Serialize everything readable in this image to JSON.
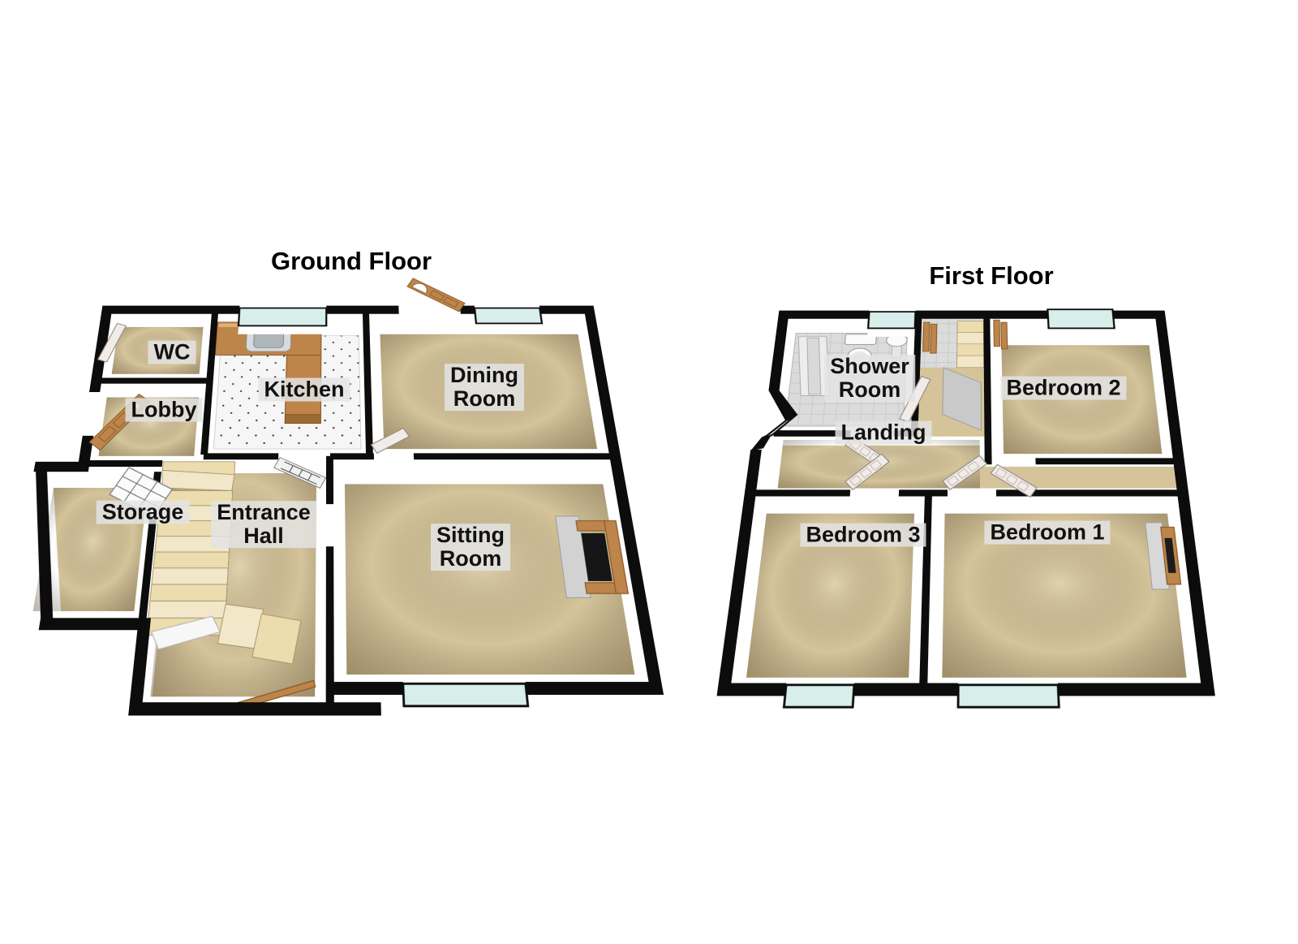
{
  "page": {
    "background": "#ffffff"
  },
  "ground_floor": {
    "title": "Ground Floor",
    "rooms": {
      "wc": {
        "label": "WC"
      },
      "lobby": {
        "label": "Lobby"
      },
      "kitchen": {
        "label": "Kitchen"
      },
      "dining_room": {
        "label": "Dining\nRoom"
      },
      "storage": {
        "label": "Storage"
      },
      "entrance_hall": {
        "label": "Entrance\nHall"
      },
      "sitting_room": {
        "label": "Sitting\nRoom"
      }
    }
  },
  "first_floor": {
    "title": "First Floor",
    "rooms": {
      "shower_room": {
        "label": "Shower\nRoom"
      },
      "landing": {
        "label": "Landing"
      },
      "bedroom_2": {
        "label": "Bedroom 2"
      },
      "bedroom_3": {
        "label": "Bedroom 3"
      },
      "bedroom_1": {
        "label": "Bedroom 1"
      }
    }
  },
  "colors": {
    "wall": "#0c0c0c",
    "wall_face": "#ffffff",
    "floor": "#d5c49a",
    "floor_shadow": "#a8946b",
    "window_glass": "#d7eeea",
    "wood": "#bd854a",
    "wood_dark": "#8a5a28",
    "stairs": "#ecdcae",
    "tile_white": "#f6f6f6",
    "tile_grey": "#d8d8d8",
    "label_bg": "#e4e4e4",
    "label_text": "#111111"
  }
}
